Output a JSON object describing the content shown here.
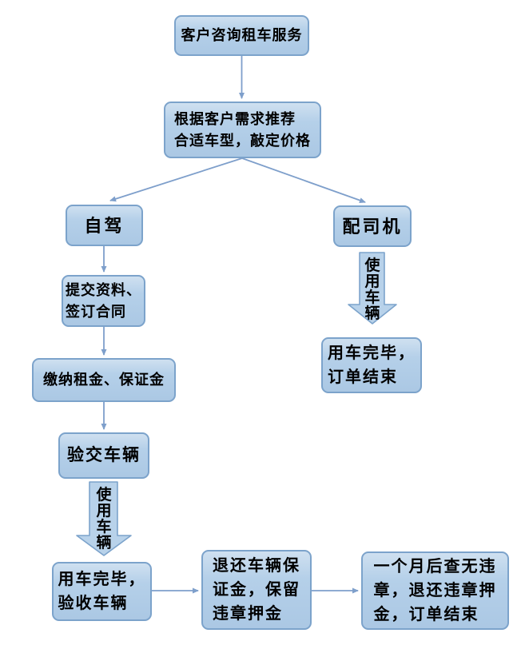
{
  "diagram": {
    "description": "car rental service flowchart",
    "colors": {
      "background": "#ffffff",
      "node_fill_top": "#cfe0f0",
      "node_fill_bottom": "#abc8e4",
      "node_border": "#7ca3cb",
      "connector": "#7e9fcb",
      "block_arrow_fill": "#b8d2ea",
      "text": "#000000"
    },
    "nodes": {
      "consult": {
        "lines": [
          "客户咨询租车服务"
        ]
      },
      "recommend": {
        "lines": [
          "根据客户需求推荐",
          "合适车型，敲定价格"
        ]
      },
      "self_drive": {
        "lines": [
          "自驾"
        ]
      },
      "with_driver": {
        "lines": [
          "配司机"
        ]
      },
      "submit_docs": {
        "lines": [
          "提交资料、",
          "签订合同"
        ]
      },
      "pay_fees": {
        "lines": [
          "缴纳租金、保证金"
        ]
      },
      "handover": {
        "lines": [
          "验交车辆"
        ]
      },
      "usage_done_left": {
        "lines": [
          "用车完毕，",
          "验收车辆"
        ]
      },
      "refund_deposit": {
        "lines": [
          "退还车辆保",
          "证金，保留",
          "违章押金"
        ]
      },
      "final_settle": {
        "lines": [
          "一个月后查无违",
          "章，退还违章押",
          "金，订单结束"
        ]
      },
      "usage_done_right": {
        "lines": [
          "用车完毕，",
          "订单结束"
        ]
      }
    },
    "block_arrows": {
      "left": {
        "label": "使用车辆"
      },
      "right": {
        "label": "使用车辆"
      }
    }
  }
}
